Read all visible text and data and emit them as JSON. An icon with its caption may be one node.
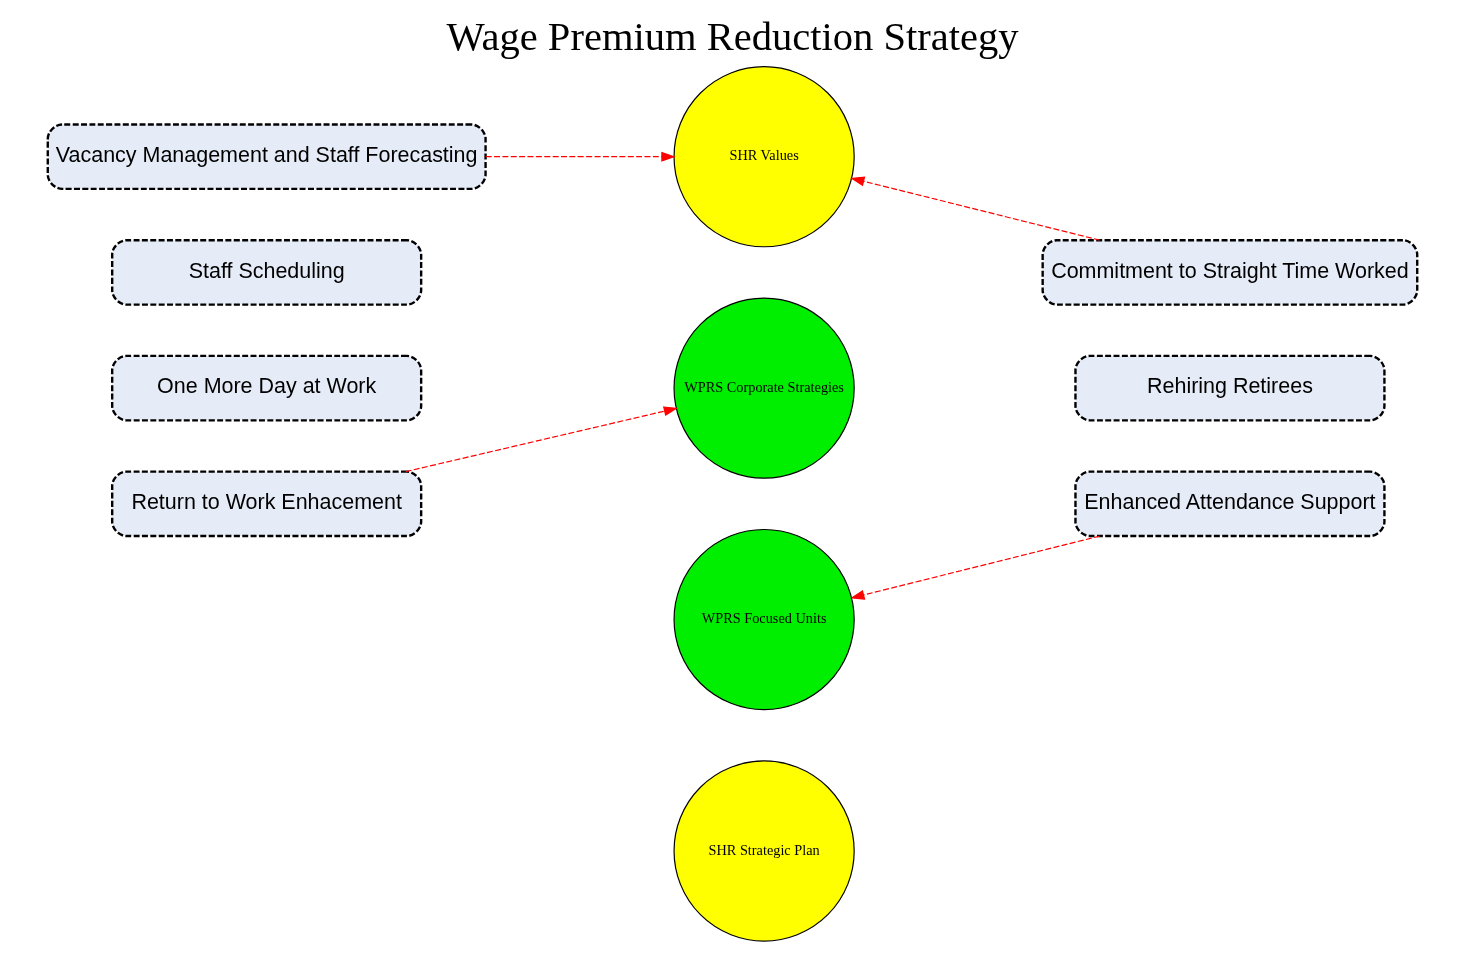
{
  "diagram": {
    "title": "Wage Premium Reduction Strategy",
    "nodes": [
      {
        "text": [
          "Vacancy Management and Staff Forecasting"
        ]
      },
      {
        "text": [
          "Commitment to Straight Time Worked"
        ]
      },
      {
        "text": [
          "Staff Scheduling"
        ]
      },
      {
        "text": [
          "Rehiring Retirees"
        ]
      },
      {
        "text": [
          "One More Day at Work"
        ]
      },
      {
        "text": [
          "Return to Work Enhacement"
        ]
      },
      {
        "text": [
          "Enhanced Attendance Support"
        ]
      },
      {
        "text": [
          "SHR Values"
        ]
      },
      {
        "text": [
          "WPRS Corporate Strategies"
        ]
      },
      {
        "text": [
          "WPRS Focused Units"
        ]
      },
      {
        "text": [
          "SHR Strategic Plan"
        ]
      }
    ],
    "edges": [
      {
        "from": 0,
        "to": 7,
        "arrow": "to",
        "style": "dashed",
        "color": "#ff0000"
      },
      {
        "from": 1,
        "to": 7,
        "arrow": "to",
        "style": "dashed",
        "color": "#ff0000"
      },
      {
        "from": 5,
        "to": 8,
        "arrow": "to",
        "style": "dashed",
        "color": "#ff0000"
      },
      {
        "from": 6,
        "to": 9,
        "arrow": "to",
        "style": "dashed",
        "color": "#ff0000"
      }
    ]
  }
}
